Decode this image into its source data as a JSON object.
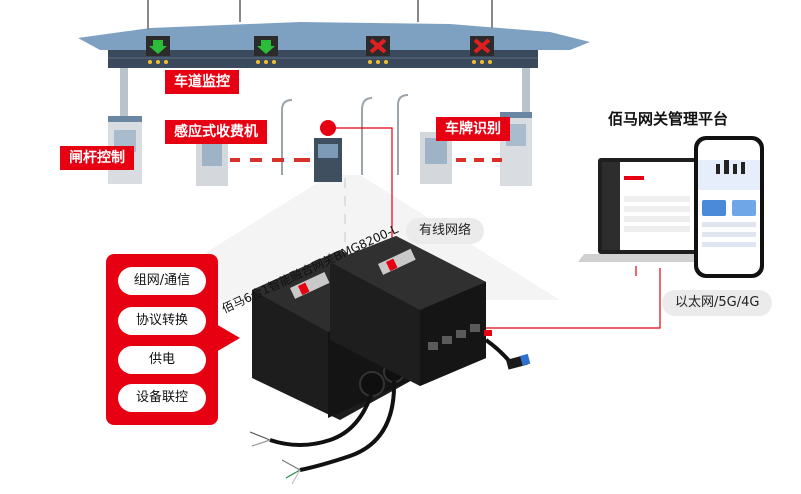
{
  "labels": {
    "lane_monitor": "车道监控",
    "etc_machine": "感应式收费机",
    "plate_recognition": "车牌识别",
    "barrier_control": "闸杆控制"
  },
  "tags": {
    "wired_network": "有线网络",
    "ethernet_5g_4g": "以太网/5G/4G"
  },
  "platform_title": "佰马网关管理平台",
  "gateway_model": "佰马6合1智能融合网关BMG8200-L",
  "features": [
    "组网/通信",
    "协议转换",
    "供电",
    "设备联控"
  ],
  "lane_signals": [
    "down-arrow-icon",
    "down-arrow-icon",
    "x-icon",
    "x-icon"
  ],
  "colors": {
    "accent": "#e60012",
    "signal_green": "#2bbd3a",
    "signal_red": "#e02020",
    "tag_bg": "#ebebeb"
  }
}
